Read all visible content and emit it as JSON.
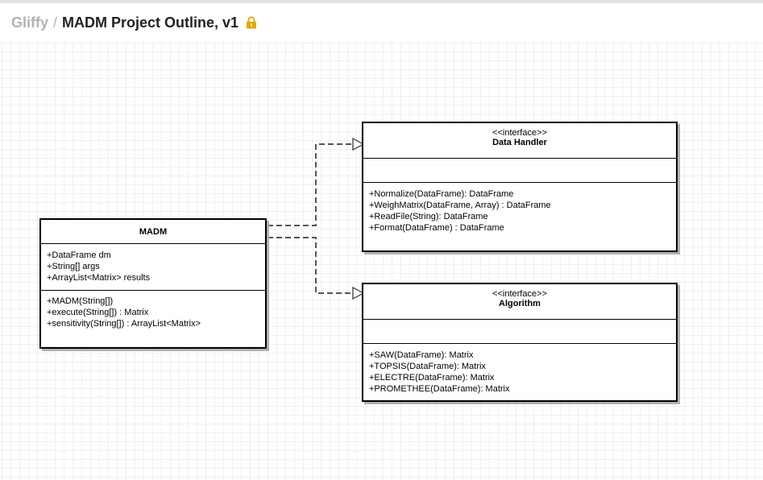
{
  "header": {
    "brand": "Gliffy",
    "separator": "/",
    "title": "MADM Project Outline, v1",
    "lock_icon": "lock-icon",
    "lock_color": "#e0a800"
  },
  "classes": {
    "madm": {
      "name": "MADM",
      "attributes": [
        "+DataFrame dm",
        "+String[] args",
        "+ArrayList<Matrix> results"
      ],
      "methods": [
        "+MADM(String[])",
        "+execute(String[]) : Matrix",
        "+sensitivity(String[]) : ArrayList<Matrix>"
      ]
    },
    "data_handler": {
      "stereotype": "<<interface>>",
      "name": "Data Handler",
      "attributes": [],
      "methods": [
        "+Normalize(DataFrame): DataFrame",
        "+WeighMatrix(DataFrame, Array) : DataFrame",
        "+ReadFile(String): DataFrame",
        "+Format(DataFrame) : DataFrame"
      ]
    },
    "algorithm": {
      "stereotype": "<<interface>>",
      "name": "Algorithm",
      "attributes": [],
      "methods": [
        "+SAW(DataFrame): Matrix",
        "+TOPSIS(DataFrame): Matrix",
        "+ELECTRE(DataFrame): Matrix",
        "+PROMETHEE(DataFrame): Matrix"
      ]
    }
  }
}
